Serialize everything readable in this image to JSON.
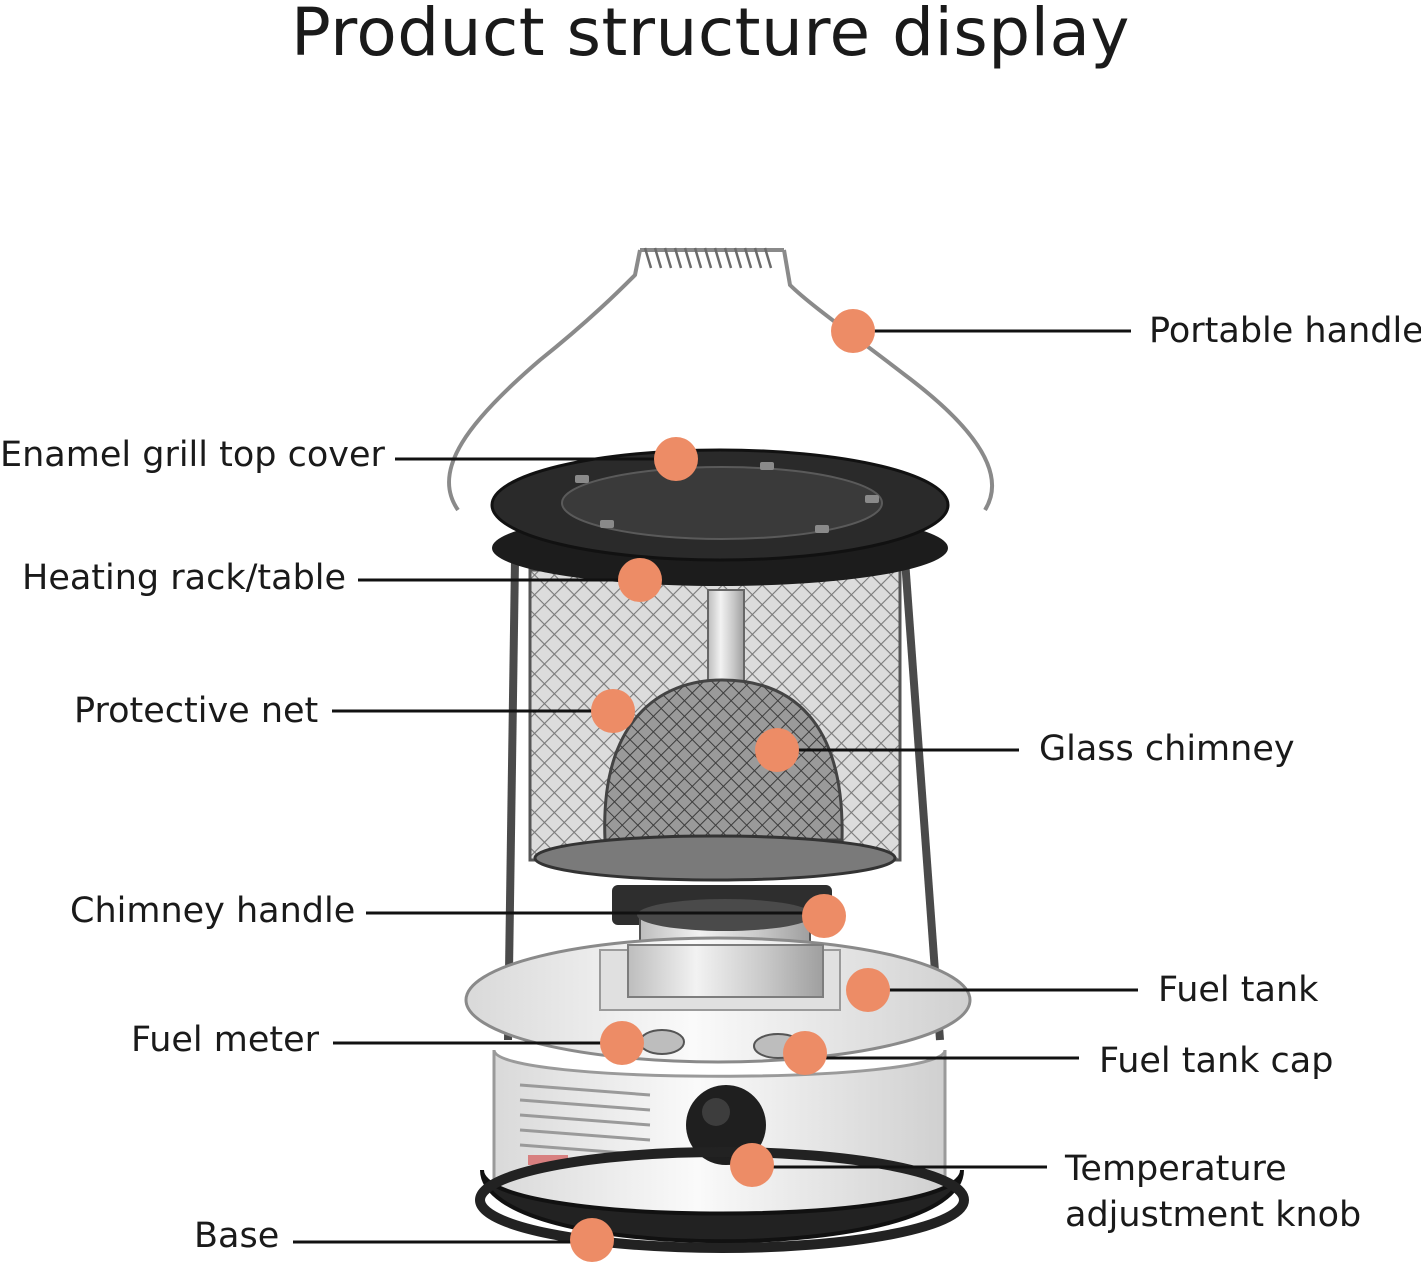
{
  "title": "Product structure display",
  "colors": {
    "marker": "#ed8c66",
    "leader": "#111111",
    "background": "#ffffff",
    "text": "#1a1a1a"
  },
  "labels": {
    "portable_handle": "Portable handle",
    "enamel_grill_top_cover": "Enamel grill top cover",
    "heating_rack_table": "Heating rack/table",
    "protective_net": "Protective net",
    "glass_chimney": "Glass chimney",
    "chimney_handle": "Chimney handle",
    "fuel_tank": "Fuel tank",
    "fuel_meter": "Fuel meter",
    "fuel_tank_cap": "Fuel tank cap",
    "temperature_knob_line1": "Temperature",
    "temperature_knob_line2": "adjustment knob",
    "base": "Base"
  }
}
